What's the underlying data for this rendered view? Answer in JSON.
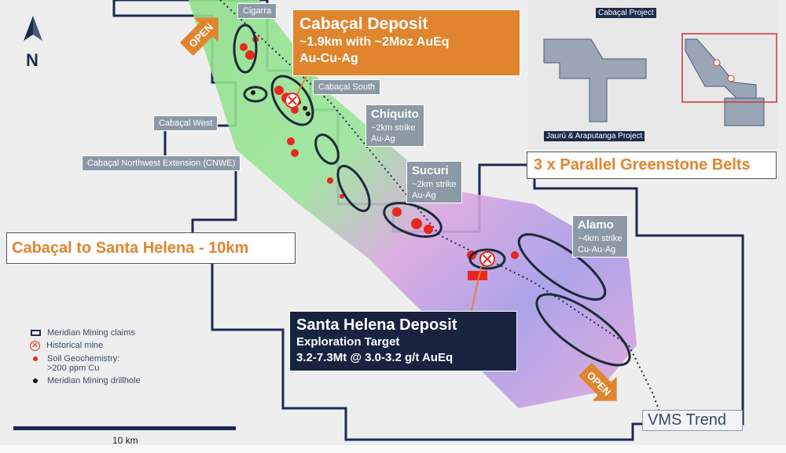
{
  "title": "Cabaçal Deposit",
  "north_label": "N",
  "deposits": {
    "cabacal": {
      "name": "Cabaçal Deposit",
      "line1": "~1.9km with ~2Moz AuEq",
      "line2": "Au-Cu-Ag"
    },
    "santa_helena": {
      "name": "Santa Helena Deposit",
      "line1": "Exploration Target",
      "line2": "3.2-7.3Mt @ 3.0-3.2 g/t AuEq"
    }
  },
  "targets": [
    {
      "name": "Cigarra"
    },
    {
      "name": "Cabaçal South"
    },
    {
      "name": "Cabaçal West"
    },
    {
      "name": "Cabaçal Northwest Extension (CNWE)"
    },
    {
      "name": "Chiquito",
      "detail1": "~2km strike",
      "detail2": "Au-Ag"
    },
    {
      "name": "Sucuri",
      "detail1": "~2km strike",
      "detail2": "Au-Ag"
    },
    {
      "name": "Alamo",
      "detail1": "~4km strike",
      "detail2": "Cu-Au-Ag"
    }
  ],
  "trend_label": "Cabaçal to Santa Helena - 10km",
  "open_label": "OPEN",
  "vms_label": "VMS Trend",
  "inset": {
    "project1": "Cabaçal Project",
    "project2": "Jaurú & Araputanga Project",
    "caption": "3 x Parallel Greenstone Belts"
  },
  "legend": [
    {
      "icon": "claims-outline",
      "label": "Meridian Mining claims"
    },
    {
      "icon": "historical-mine",
      "label": "Historical mine"
    },
    {
      "icon": "red-dot",
      "label": "Soil Geochemistry:",
      "label2": ">200 ppm Cu"
    },
    {
      "icon": "black-dot",
      "label": "Meridian Mining drillhole"
    }
  ],
  "scale": {
    "label": "10 km"
  },
  "colors": {
    "orange": "#e0852e",
    "navy": "#17233f",
    "label_gray": "#8c99a6",
    "soil_red": "#e8281e"
  }
}
